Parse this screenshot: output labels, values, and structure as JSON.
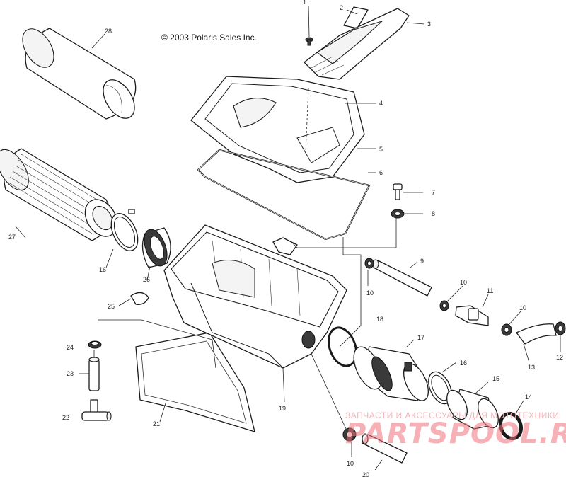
{
  "copyright": "© 2003 Polaris Sales Inc.",
  "watermark": {
    "subtitle": "ЗАПЧАСТИ И АКСЕССУАРЫ ДЛЯ МОТОТЕХНИКИ",
    "brand": "PARTSPOOL.RU"
  },
  "callouts": [
    "1",
    "2",
    "3",
    "4",
    "5",
    "6",
    "7",
    "8",
    "9",
    "10",
    "10",
    "10",
    "10",
    "11",
    "12",
    "13",
    "14",
    "15",
    "16",
    "16",
    "17",
    "18",
    "19",
    "20",
    "21",
    "22",
    "23",
    "24",
    "25",
    "26",
    "27",
    "28"
  ]
}
